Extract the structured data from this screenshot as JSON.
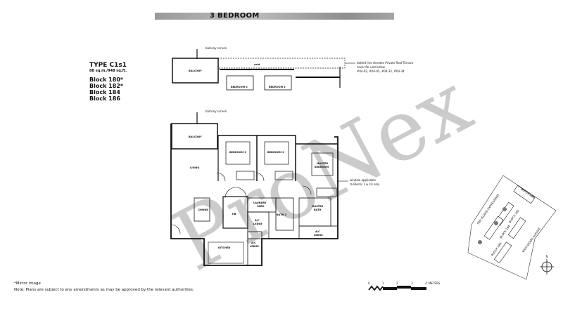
{
  "header": {
    "title": "3 BEDROOM"
  },
  "unit_info": {
    "type": "TYPE C1s1",
    "area": "88 sq.m./948 sq.ft.",
    "blocks": [
      "Block 180*",
      "Block 182*",
      "Block 184",
      "Block 186"
    ]
  },
  "upper_plan": {
    "balcony_screen": "balcony screen",
    "balcony": "BALCONY",
    "void": "void",
    "bedroom3": "BEDROOM 3",
    "bedroom2": "BEDROOM 2",
    "roof_terrace_note": [
      "dotted line denotes Private Roof Terrace",
      "cover for unit below",
      "#04-02, #04-05, #04-32, #04-34"
    ]
  },
  "floor_plan": {
    "balcony_screen": "balcony screen",
    "balcony": "BALCONY",
    "living": "LIVING",
    "dining": "DINING",
    "bedroom3": "BEDROOM 3",
    "bedroom2": "BEDROOM 2",
    "master_bedroom": [
      "MASTER",
      "BEDROOM"
    ],
    "hb": "HB",
    "laundry_yard": [
      "LAUNDRY",
      "YARD"
    ],
    "bath2": "BATH 2",
    "master_bath": [
      "MASTER",
      "BATH"
    ],
    "ac_ledge": [
      "A/C",
      "LEDGE"
    ],
    "kitchen": "KITCHEN",
    "window_note": [
      "window applicable",
      "to Blocks 1 & 14 only"
    ]
  },
  "scale_bar": {
    "ticks": [
      "0",
      "1",
      "2",
      "3",
      "4"
    ],
    "unit": "METERS"
  },
  "site_plan": {
    "roads": [
      "PAN ISLAND EXPRESSWAY",
      "WESTWOOD AVENUE"
    ],
    "blocks": [
      "BLOCK 180",
      "BLOCK 182",
      "BLOCK 184",
      "BLOCK 186"
    ],
    "north": "N"
  },
  "watermark": "ProNex",
  "notes": [
    "*Mirror image",
    "Note: Plans are subject to any amendments as may be approved by the relevant authorities."
  ]
}
